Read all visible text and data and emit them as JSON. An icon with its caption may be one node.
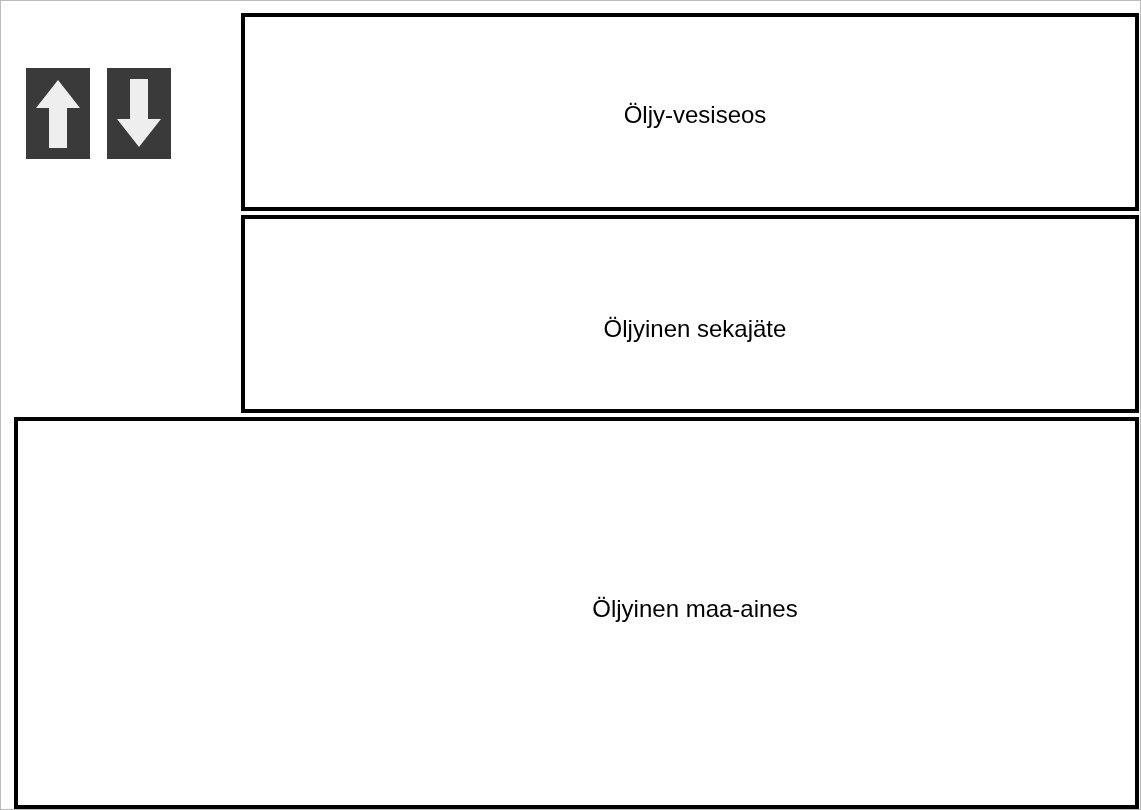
{
  "diagram": {
    "nodes": [
      {
        "text": [
          "Öljy-vesiseos"
        ]
      },
      {
        "text": [
          "Öljyinen sekajäte"
        ]
      },
      {
        "text": [
          "Öljyinen maa-aines"
        ]
      }
    ]
  }
}
